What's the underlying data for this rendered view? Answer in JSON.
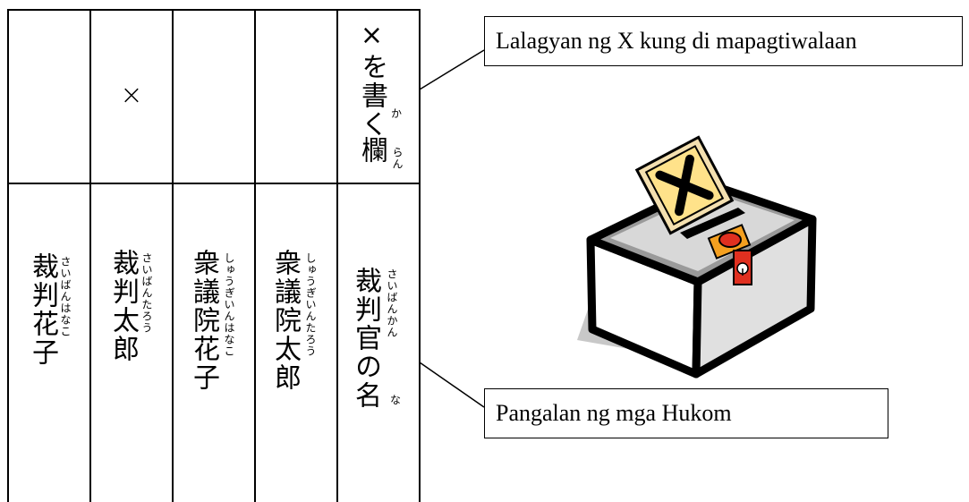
{
  "ballot": {
    "mark_column": {
      "heading_line1": "×を書く",
      "heading_line2": "欄",
      "ruby_write": "か",
      "ruby_column": "らん"
    },
    "name_column": {
      "heading": "裁判官の名",
      "ruby": "さいばんかん",
      "ruby_na": "な"
    },
    "marks": [
      "",
      "×",
      "",
      ""
    ],
    "judges": [
      {
        "name": "裁判花子",
        "ruby": "さいばんはなこ"
      },
      {
        "name": "裁判太郎",
        "ruby": "さいばんたろう"
      },
      {
        "name": "衆議院花子",
        "ruby": "しゅうぎいんはなこ"
      },
      {
        "name": "衆議院太郎",
        "ruby": "しゅうぎいんたろう"
      }
    ]
  },
  "callouts": {
    "top": "Lalagyan ng X kung di mapagtiwalaan",
    "bottom": "Pangalan ng mga Hukom"
  },
  "icons": {
    "ballot_box": "ballot-box-icon"
  }
}
